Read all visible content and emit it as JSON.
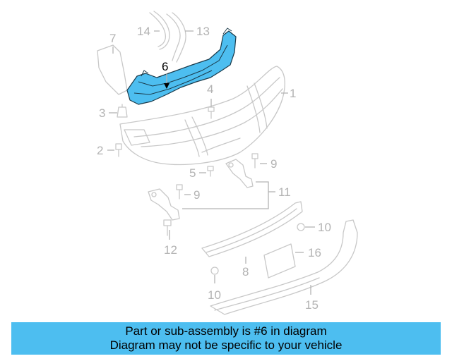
{
  "diagram": {
    "highlight_color": "#4dbef0",
    "highlighted_part": "6",
    "callouts": {
      "c1": "1",
      "c2": "2",
      "c3": "3",
      "c4": "4",
      "c5": "5",
      "c6": "6",
      "c7": "7",
      "c8": "8",
      "c9a": "9",
      "c9b": "9",
      "c10a": "10",
      "c10b": "10",
      "c11": "11",
      "c12": "12",
      "c13": "13",
      "c14": "14",
      "c15": "15",
      "c16": "16"
    }
  },
  "banner": {
    "line1": "Part or sub-assembly is #6 in diagram",
    "line2": "Diagram may not be specific to your vehicle"
  }
}
